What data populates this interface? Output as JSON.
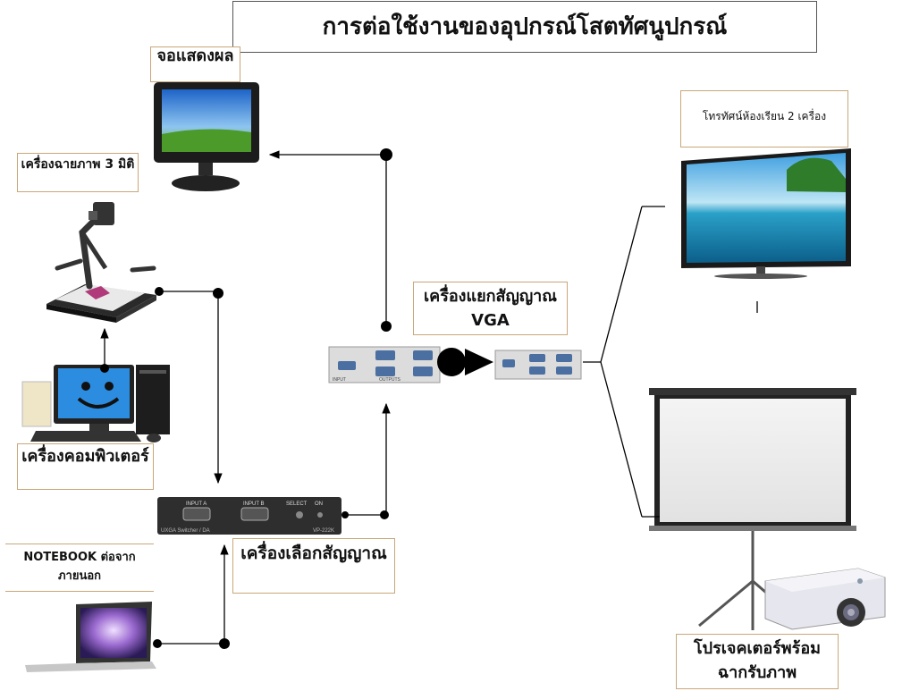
{
  "title": "การต่อใช้งานของอุปกรณ์โสตทัศนูปกรณ์",
  "labels": {
    "monitor": "จอแสดงผล",
    "visualizer": "เครื่องฉายภาพ 3 มิติ",
    "computer": "เครื่องคอมพิวเตอร์",
    "notebook": "NOTEBOOK ต่อจากภายนอก",
    "switcher": "เครื่องเลือกสัญญาณ",
    "vga_splitter": "เครื่องแยกสัญญาณ VGA",
    "tv": "โทรทัศน์ห้องเรียน 2 เครื่อง",
    "projector": "โปรเจคเตอร์พร้อม ฉากรับภาพ"
  },
  "switcher_device": {
    "input_a": "INPUT A",
    "input_b": "INPUT B",
    "select": "SELECT",
    "on": "ON",
    "brand_text": "UXGA Switcher / DA",
    "model": "VP-222K"
  },
  "splitter_device": {
    "input": "INPUT",
    "outputs": "OUTPUTS"
  },
  "colors": {
    "label_border": "#c9a77a",
    "line": "#000000"
  },
  "icons": [
    "monitor-icon",
    "document-camera-icon",
    "desktop-computer-icon",
    "laptop-icon",
    "vga-switcher-icon",
    "vga-splitter-icon",
    "tv-icon",
    "projection-screen-icon",
    "projector-icon"
  ]
}
